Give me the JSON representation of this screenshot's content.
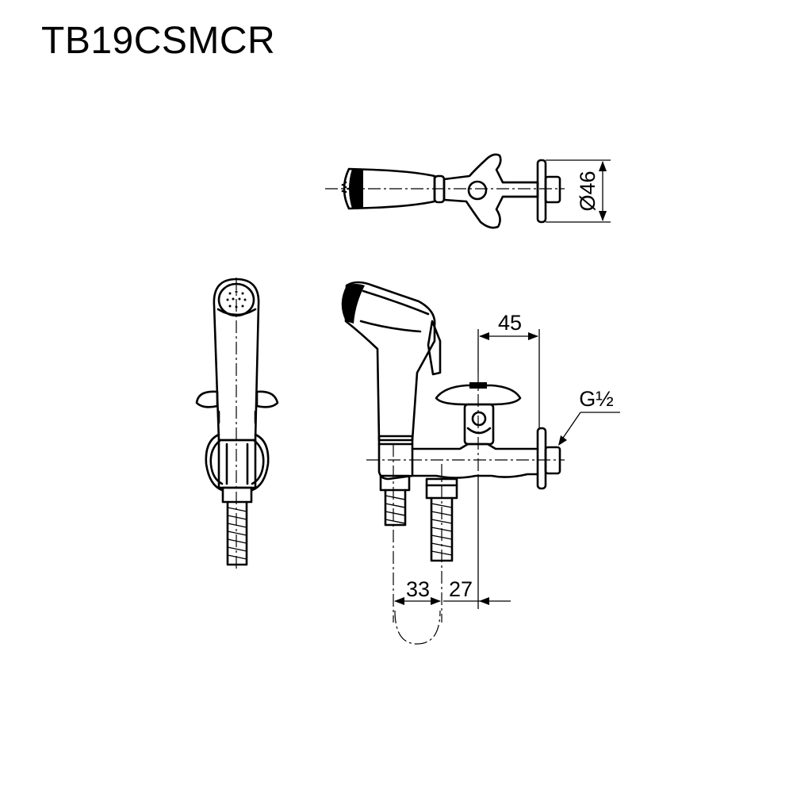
{
  "title": "TB19CSMCR",
  "dimensions": {
    "diameter": "Ø46",
    "offset_top": "45",
    "thread": "G½",
    "offset_left": "33",
    "offset_right": "27"
  }
}
